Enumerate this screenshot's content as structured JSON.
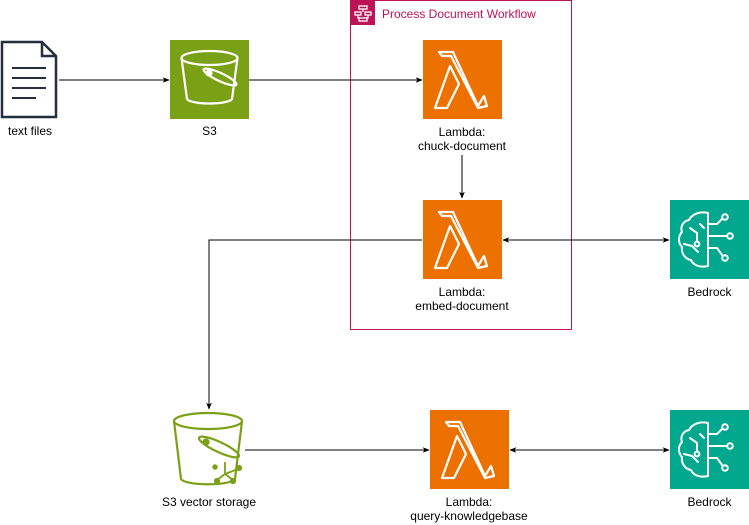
{
  "colors": {
    "s3": "#7aa116",
    "lambda": "#ed7100",
    "bedrock": "#01a88d",
    "workflow": "#bc1356",
    "arrow": "#000000",
    "doc_icon": "#232f3e"
  },
  "workflow": {
    "title": "Process Document Workflow",
    "icon": "step-functions-icon"
  },
  "nodes": {
    "text_files": {
      "label": "text files",
      "icon": "document-icon"
    },
    "s3": {
      "label": "S3",
      "icon": "s3-bucket-icon"
    },
    "lambda_chunk": {
      "label_line1": "Lambda:",
      "label_line2": "chuck-document",
      "icon": "lambda-icon"
    },
    "lambda_embed": {
      "label_line1": "Lambda:",
      "label_line2": "embed-document",
      "icon": "lambda-icon"
    },
    "bedrock_top": {
      "label": "Bedrock",
      "icon": "bedrock-icon"
    },
    "s3_vector": {
      "label": "S3 vector storage",
      "icon": "s3-vector-bucket-icon"
    },
    "lambda_query": {
      "label_line1": "Lambda:",
      "label_line2": "query-knowledgebase",
      "icon": "lambda-icon"
    },
    "bedrock_bottom": {
      "label": "Bedrock",
      "icon": "bedrock-icon"
    }
  }
}
